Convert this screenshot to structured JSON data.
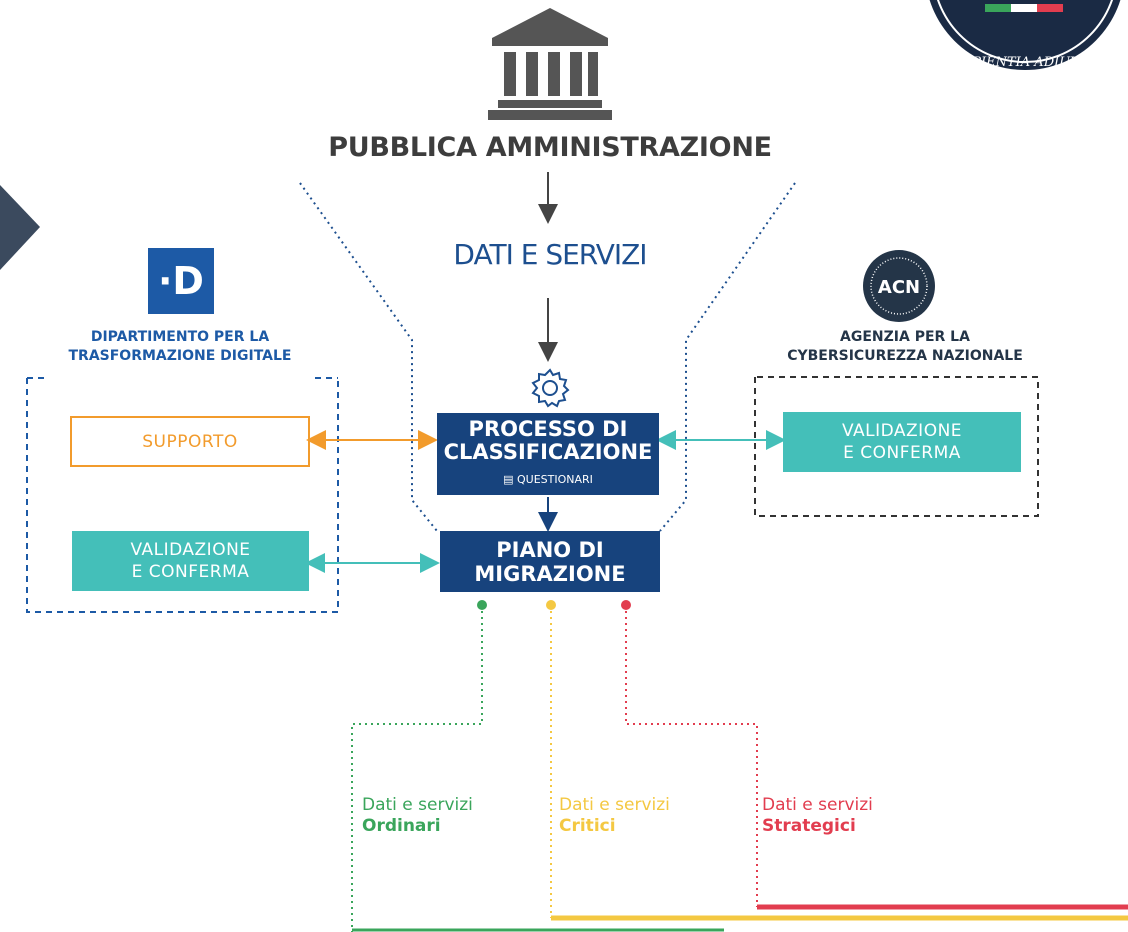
{
  "header": {
    "title": "PUBBLICA AMMINISTRAZIONE",
    "subtitle": "DATI E SERVIZI"
  },
  "seal": {
    "motto": "SAPIENTIA ADIUVAT"
  },
  "left_org": {
    "logo_text": "·D",
    "name_line1": "DIPARTIMENTO PER LA",
    "name_line2": "TRASFORMAZIONE DIGITALE",
    "support_label": "SUPPORTO",
    "validation_line1": "VALIDAZIONE",
    "validation_line2": "E CONFERMA"
  },
  "right_org": {
    "logo_text": "ACN",
    "name_line1": "AGENZIA PER LA",
    "name_line2": "CYBERSICUREZZA NAZIONALE",
    "validation_line1": "VALIDAZIONE",
    "validation_line2": "E CONFERMA"
  },
  "process": {
    "line1": "PROCESSO DI",
    "line2": "CLASSIFICAZIONE",
    "badge": "QUESTIONARI"
  },
  "plan": {
    "line1": "PIANO DI",
    "line2": "MIGRAZIONE"
  },
  "categories": [
    {
      "prefix": "Dati e servizi",
      "name": "Ordinari",
      "color": "#3aa55b"
    },
    {
      "prefix": "Dati e servizi",
      "name": "Critici",
      "color": "#f4c842"
    },
    {
      "prefix": "Dati e servizi",
      "name": "Strategici",
      "color": "#e23d4f"
    }
  ],
  "colors": {
    "navy": "#17437d",
    "teal": "#44bfb9",
    "orange": "#f29b2c",
    "blue": "#1d5aa6"
  }
}
